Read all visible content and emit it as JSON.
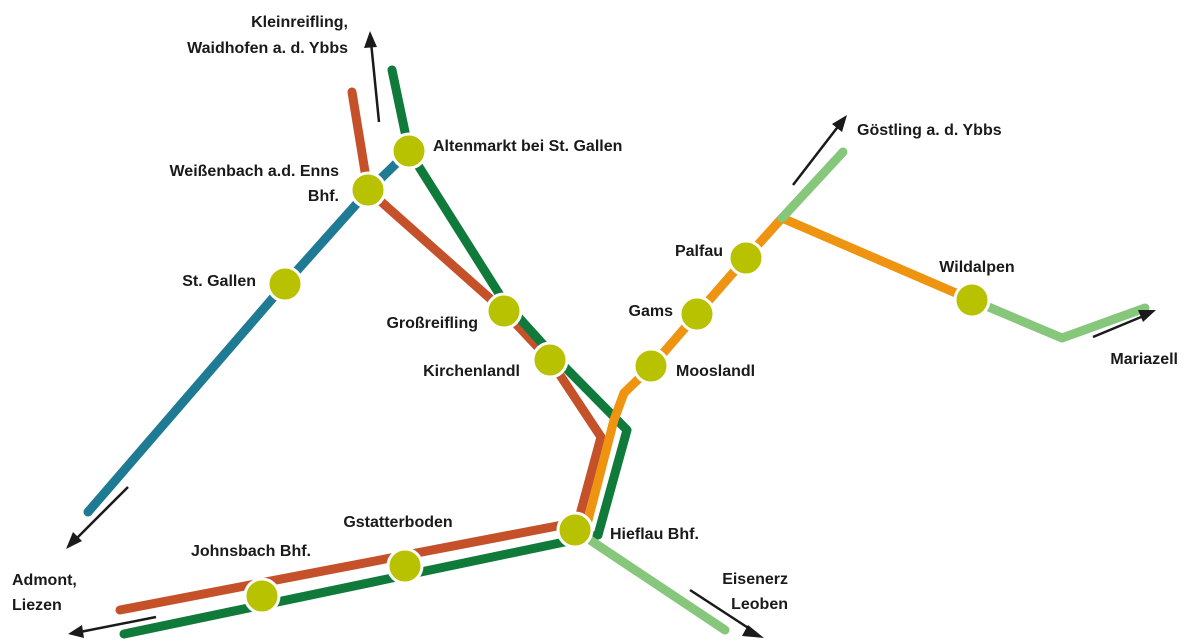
{
  "colors": {
    "red": "#c4512a",
    "dark_green": "#0f7a3a",
    "blue": "#1f7a94",
    "orange": "#ee9410",
    "light_green": "#86c77c",
    "station_fill": "#b9c200",
    "arrow": "#1a1a1a"
  },
  "stations": {
    "altenmarkt": "Altenmarkt bei St. Gallen",
    "weissenbach_1": "Weißenbach a.d. Enns",
    "weissenbach_2": "Bhf.",
    "st_gallen": "St. Gallen",
    "grossreifling": "Großreifling",
    "kirchenlandl": "Kirchenlandl",
    "hieflau": "Hieflau Bhf.",
    "gstatterboden": "Gstatterboden",
    "johnsbach": "Johnsbach Bhf.",
    "moosland": "Mooslandl",
    "gams": "Gams",
    "palfau": "Palfau",
    "wildalpen": "Wildalpen"
  },
  "destinations": {
    "kleinreifling_1": "Kleinreifling,",
    "kleinreifling_2": "Waidhofen a. d. Ybbs",
    "goestling": "Göstling a. d. Ybbs",
    "mariazell": "Mariazell",
    "eisenerz_1": "Eisenerz",
    "eisenerz_2": "Leoben",
    "admont_1": "Admont,",
    "admont_2": "Liezen"
  },
  "icons": {
    "arrow": "direction-arrow-icon",
    "station": "station-dot-icon"
  }
}
